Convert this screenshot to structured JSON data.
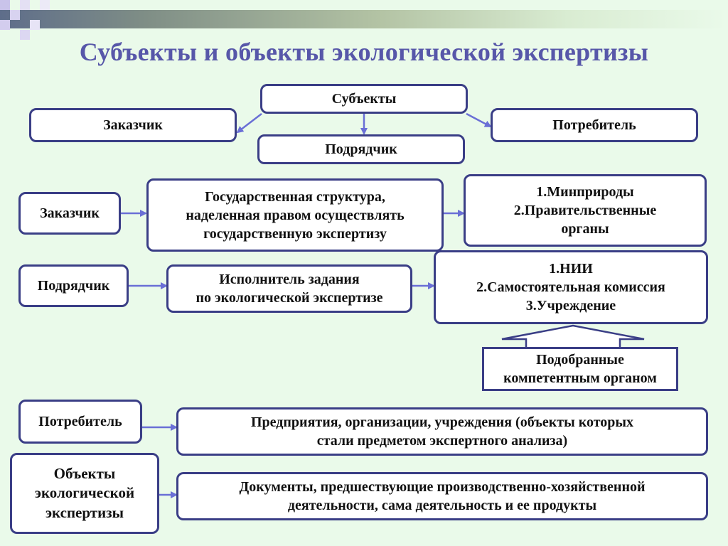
{
  "title": "Субъекты и объекты экологической экспертизы",
  "top": {
    "subjects": "Субъекты",
    "customer": "Заказчик",
    "consumer": "Потребитель",
    "contractor": "Подрядчик"
  },
  "rows": {
    "customer": {
      "label": "Заказчик",
      "description": "Государственная структура,\nнаделенная правом осуществлять\nгосударственную экспертизу",
      "examples": "1.Минприроды\n2.Правительственные\nорганы"
    },
    "contractor": {
      "label": "Подрядчик",
      "description": "Исполнитель задания\nпо экологической экспертизе",
      "examples": "1.НИИ\n2.Самостоятельная комиссия\n3.Учреждение",
      "selected_note": "Подобранные\nкомпетентным органом"
    },
    "consumer": {
      "label": "Потребитель",
      "description": "Предприятия, организации, учреждения (объекты которых\nстали предметом экспертного анализа)"
    },
    "objects": {
      "label": "Объекты\nэкологической\nэкспертизы",
      "description": "Документы, предшествующие производственно-хозяйственной\nдеятельности, сама деятельность и ее продукты"
    }
  },
  "colors": {
    "background": "#eafaea",
    "box_border": "#3a3e86",
    "arrow": "#6a6fd6",
    "title": "#5757a9"
  }
}
